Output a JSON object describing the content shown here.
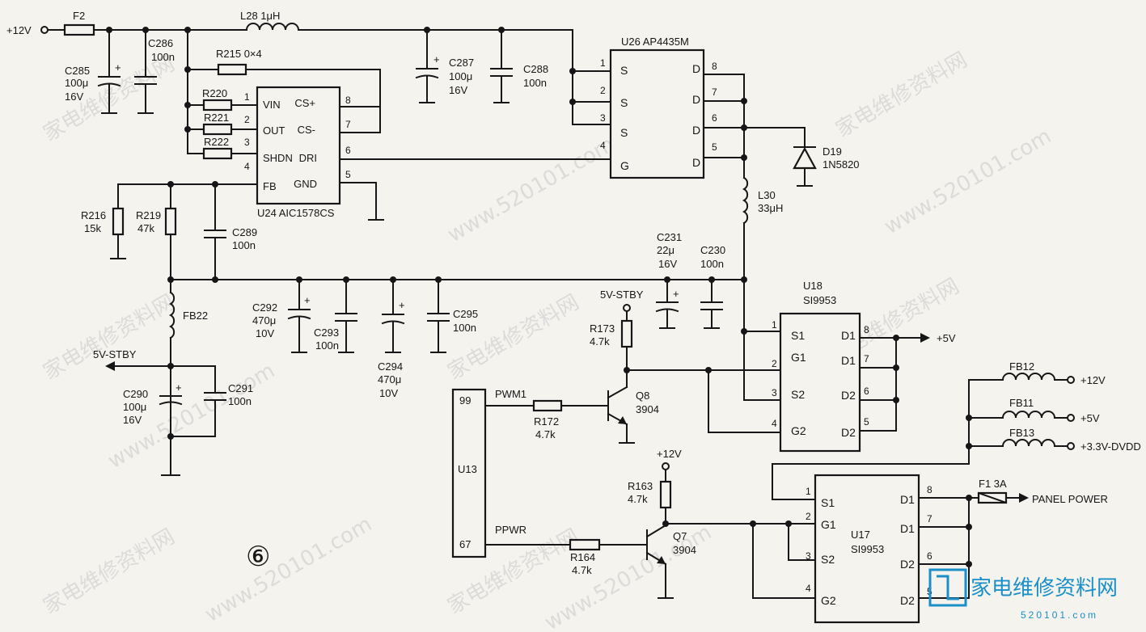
{
  "rails": {
    "in_12v": "+12V",
    "stby_in": "5V-STBY",
    "stby_out": "5V-STBY",
    "q7_supply": "+12V",
    "out_5v": "+5V",
    "fb12_out": "+12V",
    "fb11_out": "+5V",
    "fb13_out": "+3.3V-DVDD",
    "panel_power": "PANEL POWER"
  },
  "parts": {
    "f2": "F2",
    "l28": "L28 1μH",
    "r215": "R215 0×4",
    "c285": [
      "C285",
      "100μ",
      "16V"
    ],
    "c286": [
      "C286",
      "100n"
    ],
    "c287": [
      "C287",
      "100μ",
      "16V"
    ],
    "c288": [
      "C288",
      "100n"
    ],
    "r220": "R220",
    "r221": "R221",
    "r222": "R222",
    "r216": [
      "R216",
      "15k"
    ],
    "r219": [
      "R219",
      "47k"
    ],
    "c289": [
      "C289",
      "100n"
    ],
    "fb22": "FB22",
    "c290": [
      "C290",
      "100μ",
      "16V"
    ],
    "c291": [
      "C291",
      "100n"
    ],
    "c292": [
      "C292",
      "470μ",
      "10V"
    ],
    "c293": [
      "C293",
      "100n"
    ],
    "c294": [
      "C294",
      "470μ",
      "10V"
    ],
    "c295": [
      "C295",
      "100n"
    ],
    "c231": [
      "C231",
      "22μ",
      "16V"
    ],
    "c230": [
      "C230",
      "100n"
    ],
    "l30": [
      "L30",
      "33μH"
    ],
    "d19": [
      "D19",
      "1N5820"
    ],
    "r173": [
      "R173",
      "4.7k"
    ],
    "r172": [
      "R172",
      "4.7k"
    ],
    "q8": [
      "Q8",
      "3904"
    ],
    "r163": [
      "R163",
      "4.7k"
    ],
    "r164": [
      "R164",
      "4.7k"
    ],
    "q7": [
      "Q7",
      "3904"
    ],
    "fb12": "FB12",
    "fb11": "FB11",
    "fb13": "FB13",
    "f1": "F1 3A",
    "net_pwm1": "PWM1",
    "net_ppwr": "PPWR"
  },
  "chips": {
    "u24": {
      "label": "U24 AIC1578CS",
      "pins_left": [
        "VIN",
        "OUT",
        "SHDN",
        "FB"
      ],
      "pins_left_num": [
        "1",
        "2",
        "3",
        "4"
      ],
      "pins_right": [
        "CS+",
        "CS-",
        "DRI",
        "GND"
      ],
      "pins_right_num": [
        "8",
        "7",
        "6",
        "5"
      ]
    },
    "u26": {
      "label": "U26 AP4435M",
      "pins_left": [
        "S",
        "S",
        "S",
        "G"
      ],
      "pins_left_num": [
        "1",
        "2",
        "3",
        "4"
      ],
      "pins_right": [
        "D",
        "D",
        "D",
        "D"
      ],
      "pins_right_num": [
        "8",
        "7",
        "6",
        "5"
      ]
    },
    "u18": {
      "label": [
        "U18",
        "SI9953"
      ],
      "pins_left": [
        "S1",
        "G1",
        "S2",
        "G2"
      ],
      "pins_left_num": [
        "1",
        "2",
        "3",
        "4"
      ],
      "pins_right": [
        "D1",
        "D1",
        "D2",
        "D2"
      ],
      "pins_right_num": [
        "8",
        "7",
        "6",
        "5"
      ]
    },
    "u17": {
      "label": [
        "U17",
        "SI9953"
      ],
      "pins_left": [
        "S1",
        "G1",
        "S2",
        "G2"
      ],
      "pins_left_num": [
        "1",
        "2",
        "3",
        "4"
      ],
      "pins_right": [
        "D1",
        "D1",
        "D2",
        "D2"
      ],
      "pins_right_num": [
        "8",
        "7",
        "6",
        "5"
      ]
    },
    "u13": {
      "label": "U13",
      "pin_top": "99",
      "pin_bottom": "67"
    }
  },
  "figure_number": "⑥",
  "watermarks": {
    "cn": "家电维修资料网",
    "url": "www.520101.com",
    "logo_cn": "家电维修资料网",
    "logo_num": "520101.com"
  }
}
